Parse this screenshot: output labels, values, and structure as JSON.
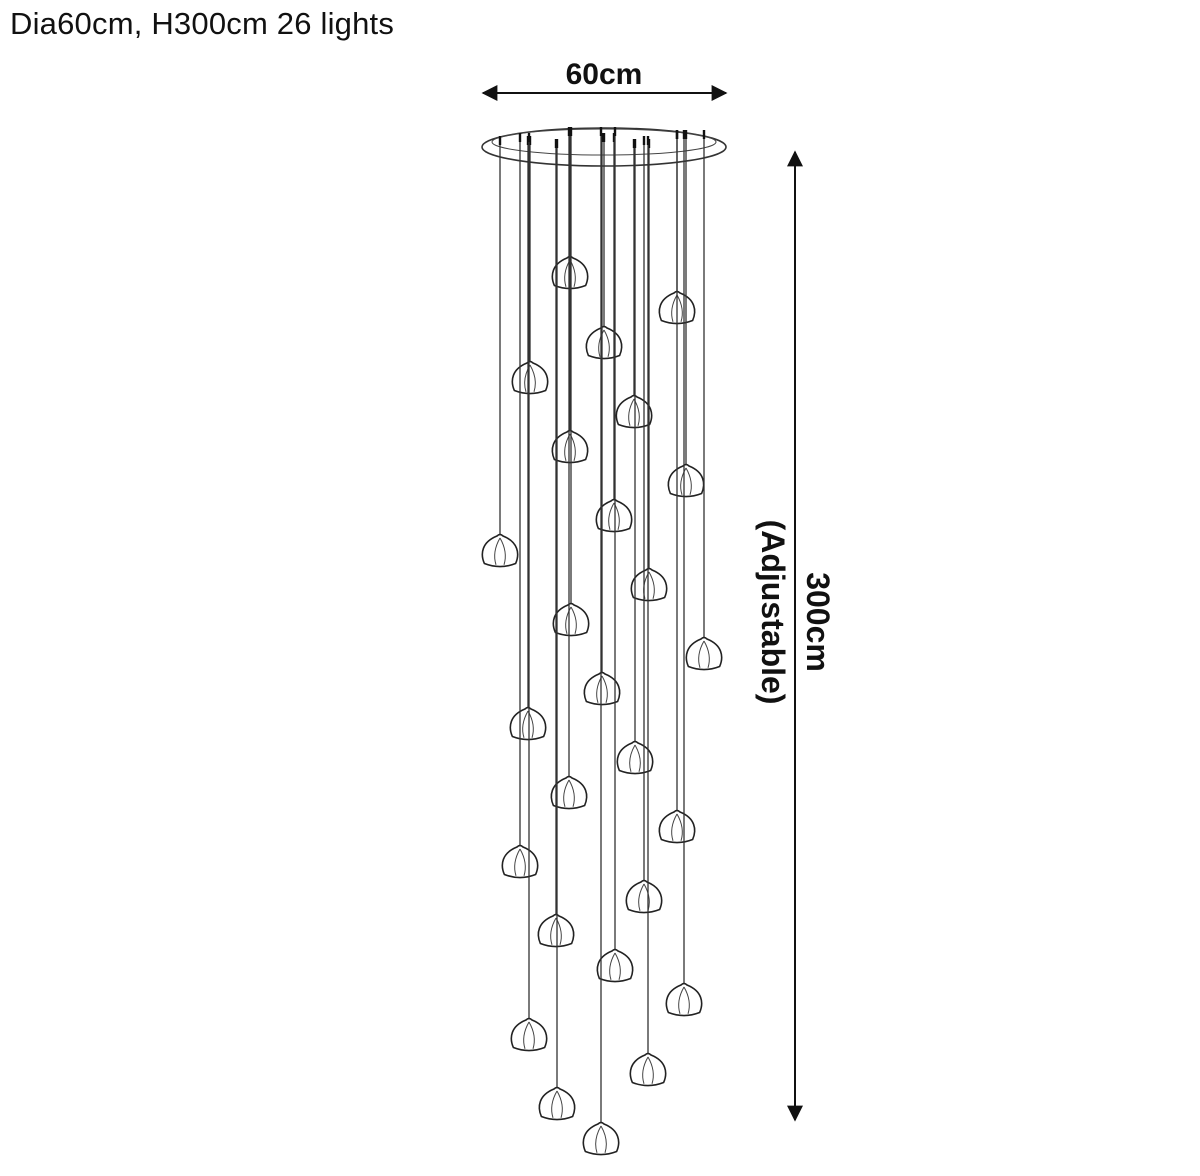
{
  "caption": "Dia60cm, H300cm 26 lights",
  "dimensions": {
    "width_label": "60cm",
    "height_label": "300cm",
    "height_note": "(Adjustable)"
  },
  "colors": {
    "line": "#333333",
    "text": "#111111",
    "background": "#ffffff"
  }
}
